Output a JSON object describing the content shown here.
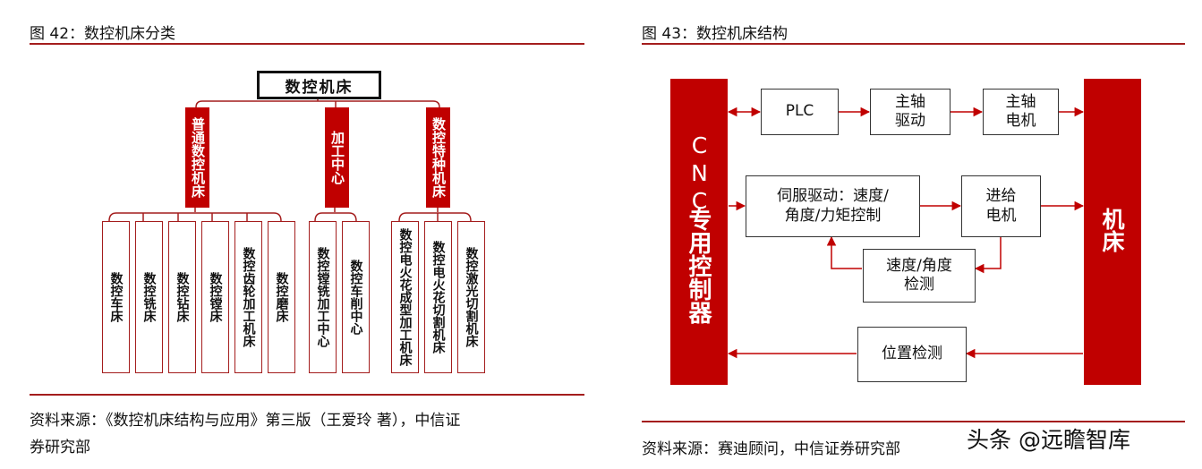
{
  "fig42": {
    "caption": "图 42：数控机床分类",
    "root": "数控机床",
    "categories": [
      "普通数控机床",
      "加工中心",
      "数控特种机床"
    ],
    "leaves": [
      "数控车床",
      "数控铣床",
      "数控钻床",
      "数控镗床",
      "数控齿轮加工机床",
      "数控磨床",
      "数控镗铣加工中心",
      "数控车削中心",
      "数控电火花成型加工机床",
      "数控电火花切割机床",
      "数控激光切割机床"
    ],
    "source": [
      "资料来源：《数控机床结构与应用》第三版（王爱玲 著），中信证",
      "券研究部"
    ]
  },
  "fig43": {
    "caption": "图 43：数控机床结构",
    "cnc_latin": "CNC",
    "cnc_cjk": "专用控制器",
    "machine": "机床",
    "boxes": {
      "plc": "PLC",
      "spindle_drive": [
        "主轴",
        "驱动"
      ],
      "spindle_motor": [
        "主轴",
        "电机"
      ],
      "servo": [
        "伺服驱动：速度/",
        "角度/力矩控制"
      ],
      "feed_motor": [
        "进给",
        "电机"
      ],
      "detect": [
        "速度/角度",
        "检测"
      ],
      "position": "位置检测"
    },
    "source": "资料来源：赛迪顾问，中信证券研究部"
  },
  "watermark": "头条 @远瞻智库",
  "colors": {
    "accent": "#c00000",
    "rule": "#a41d1d"
  }
}
